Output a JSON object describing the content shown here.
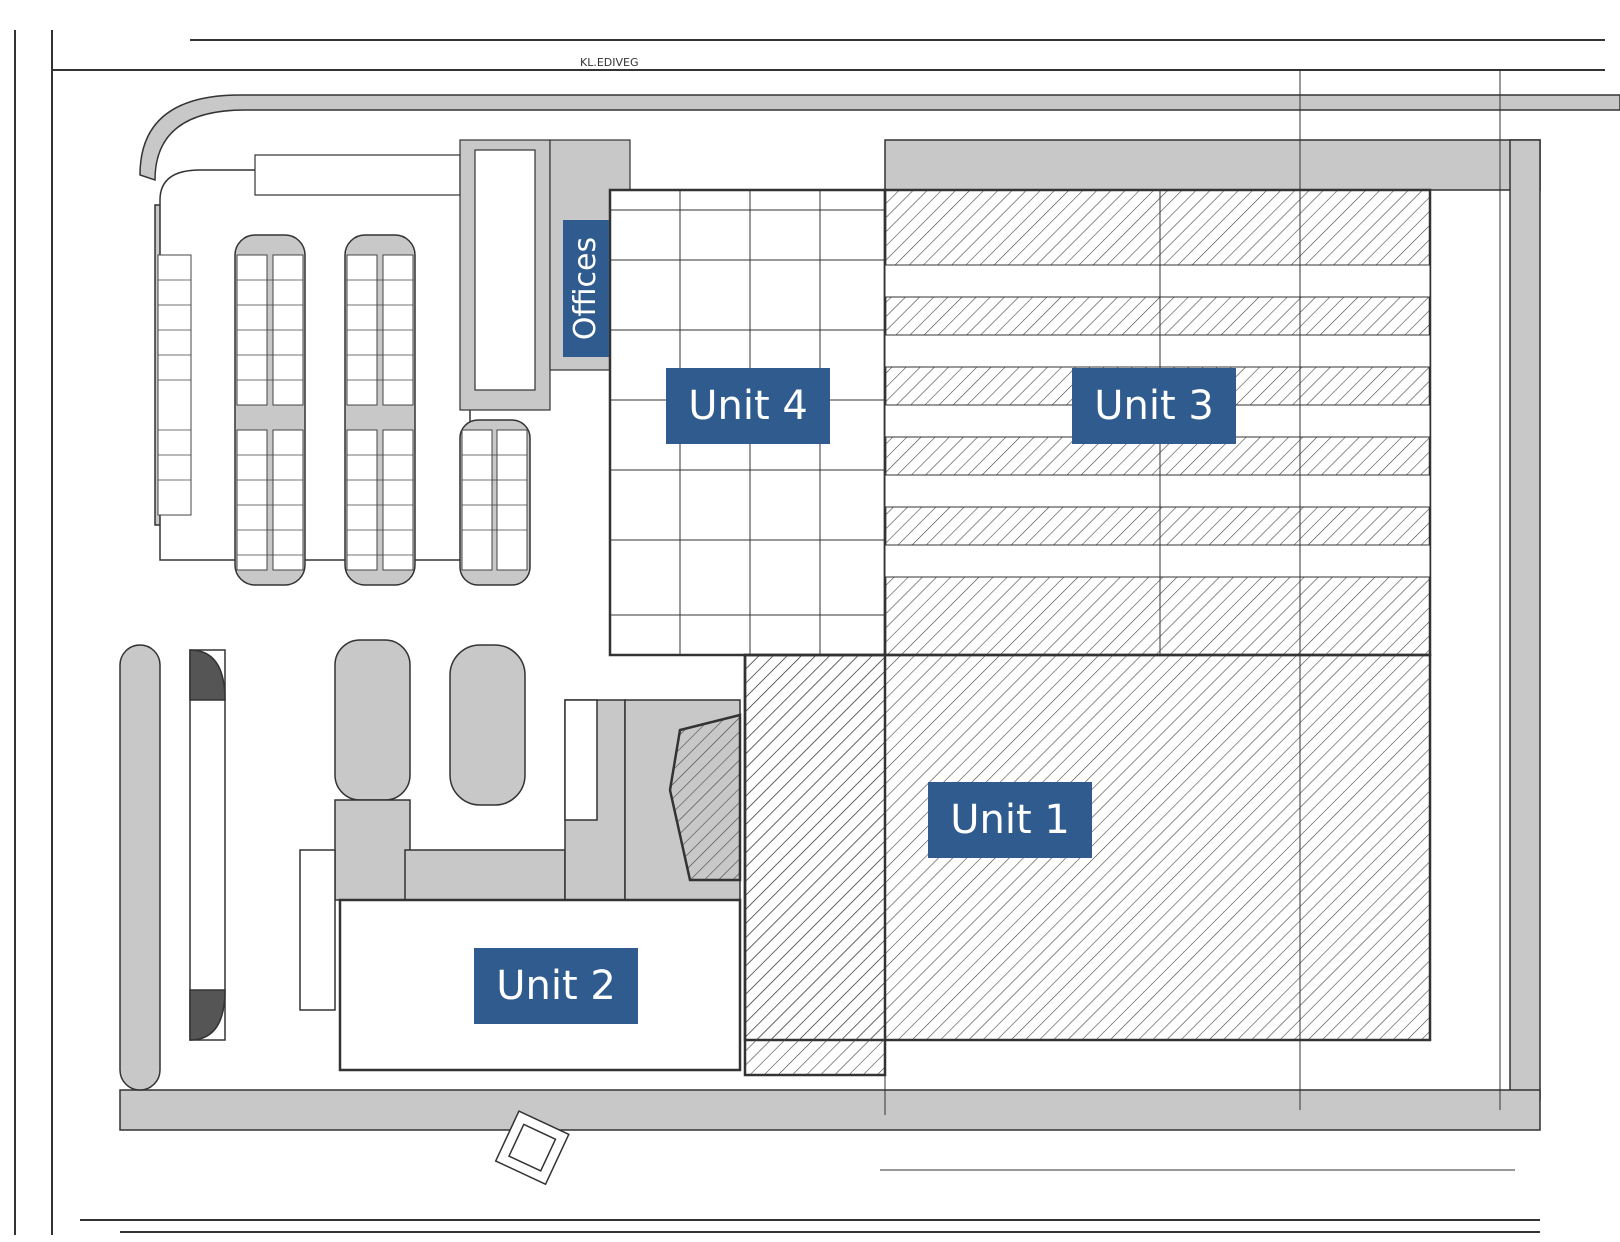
{
  "site_plan": {
    "street_label": "KL.EDIVEG",
    "units": [
      {
        "id": "unit-4",
        "label": "Unit 4"
      },
      {
        "id": "unit-3",
        "label": "Unit 3"
      },
      {
        "id": "unit-1",
        "label": "Unit 1"
      },
      {
        "id": "unit-2",
        "label": "Unit 2"
      }
    ],
    "offices_label": "Offices",
    "colors": {
      "label_bg": "#2f5b8e",
      "paving": "#c8c8c8",
      "line": "#333333"
    }
  }
}
